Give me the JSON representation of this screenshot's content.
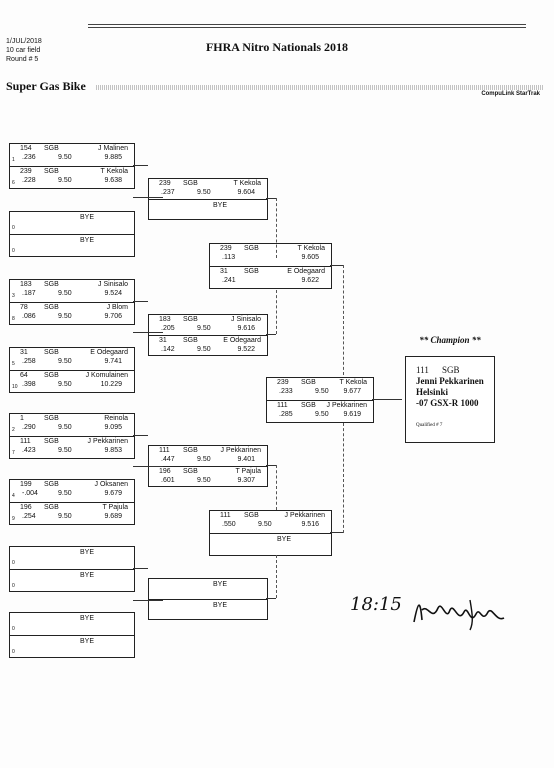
{
  "header": {
    "date": "1/JUL/2018",
    "field": "10 car field",
    "round": "Round # 5",
    "event_title": "FHRA Nitro Nationals 2018",
    "class_name": "Super Gas Bike",
    "software": "CompuLink StarTrak"
  },
  "round1": [
    {
      "top": {
        "num": "154",
        "cls": "SGB",
        "name": "J Malinen",
        "rt": ".236",
        "dial": "9.50",
        "et": "9.885",
        "seed": "1"
      },
      "bot": {
        "num": "239",
        "cls": "SGB",
        "name": "T Kekola",
        "rt": ".228",
        "dial": "9.50",
        "et": "9.638",
        "seed": "6"
      }
    },
    {
      "top": {
        "bye": "BYE",
        "seed": "0"
      },
      "bot": {
        "bye": "BYE",
        "seed": "0"
      }
    },
    {
      "top": {
        "num": "183",
        "cls": "SGB",
        "name": "J Sinisalo",
        "rt": ".187",
        "dial": "9.50",
        "et": "9.524",
        "seed": "3"
      },
      "bot": {
        "num": "78",
        "cls": "SGB",
        "name": "J Blom",
        "rt": ".086",
        "dial": "9.50",
        "et": "9.706",
        "seed": "8"
      }
    },
    {
      "top": {
        "num": "31",
        "cls": "SGB",
        "name": "E Odegaard",
        "rt": ".258",
        "dial": "9.50",
        "et": "9.741",
        "seed": "5"
      },
      "bot": {
        "num": "64",
        "cls": "SGB",
        "name": "J Komulainen",
        "rt": ".398",
        "dial": "9.50",
        "et": "10.229",
        "seed": "10"
      }
    },
    {
      "top": {
        "num": "1",
        "cls": "SGB",
        "name": "Reinola",
        "rt": ".290",
        "dial": "9.50",
        "et": "9.095",
        "seed": "2"
      },
      "bot": {
        "num": "111",
        "cls": "SGB",
        "name": "J Pekkarinen",
        "rt": ".423",
        "dial": "9.50",
        "et": "9.853",
        "seed": "7"
      }
    },
    {
      "top": {
        "num": "199",
        "cls": "SGB",
        "name": "J Oksanen",
        "rt": "-.004",
        "dial": "9.50",
        "et": "9.679",
        "seed": "4"
      },
      "bot": {
        "num": "196",
        "cls": "SGB",
        "name": "T Pajula",
        "rt": ".254",
        "dial": "9.50",
        "et": "9.689",
        "seed": "9"
      }
    },
    {
      "top": {
        "bye": "BYE",
        "seed": "0"
      },
      "bot": {
        "bye": "BYE",
        "seed": "0"
      }
    },
    {
      "top": {
        "bye": "BYE",
        "seed": "0"
      },
      "bot": {
        "bye": "BYE",
        "seed": "0"
      }
    }
  ],
  "round2": [
    {
      "top": {
        "num": "239",
        "cls": "SGB",
        "name": "T Kekola",
        "rt": ".237",
        "dial": "9.50",
        "et": "9.604"
      },
      "bot": {
        "bye": "BYE"
      }
    },
    {
      "top": {
        "num": "183",
        "cls": "SGB",
        "name": "J Sinisalo",
        "rt": ".205",
        "dial": "9.50",
        "et": "9.616"
      },
      "bot": {
        "num": "31",
        "cls": "SGB",
        "name": "E Odegaard",
        "rt": ".142",
        "dial": "9.50",
        "et": "9.522"
      }
    },
    {
      "top": {
        "num": "111",
        "cls": "SGB",
        "name": "J Pekkarinen",
        "rt": ".447",
        "dial": "9.50",
        "et": "9.401"
      },
      "bot": {
        "num": "196",
        "cls": "SGB",
        "name": "T Pajula",
        "rt": ".601",
        "dial": "9.50",
        "et": "9.307"
      }
    },
    {
      "top": {
        "bye": "BYE"
      },
      "bot": {
        "bye": "BYE"
      }
    }
  ],
  "round3": [
    {
      "top": {
        "num": "239",
        "cls": "SGB",
        "name": "T Kekola",
        "rt": ".113",
        "dial": "",
        "et": "9.605"
      },
      "bot": {
        "num": "31",
        "cls": "SGB",
        "name": "E Odegaard",
        "rt": ".241",
        "dial": "",
        "et": "9.622"
      }
    },
    {
      "top": {
        "num": "111",
        "cls": "SGB",
        "name": "J Pekkarinen",
        "rt": ".550",
        "dial": "9.50",
        "et": "9.516"
      },
      "bot": {
        "bye": "BYE"
      }
    }
  ],
  "final": {
    "top": {
      "num": "239",
      "cls": "SGB",
      "name": "T Kekola",
      "rt": ".233",
      "dial": "9.50",
      "et": "9.677"
    },
    "bot": {
      "num": "111",
      "cls": "SGB",
      "name": "J Pekkarinen",
      "rt": ".285",
      "dial": "9.50",
      "et": "9.619"
    }
  },
  "champion": {
    "title": "** Champion **",
    "num": "111",
    "cls": "SGB",
    "name": "Jenni Pekkarinen",
    "city": "Helsinki",
    "bike": "-07 GSX-R 1000",
    "qualified": "Qualified # 7"
  },
  "signature": {
    "time": "18:15"
  }
}
